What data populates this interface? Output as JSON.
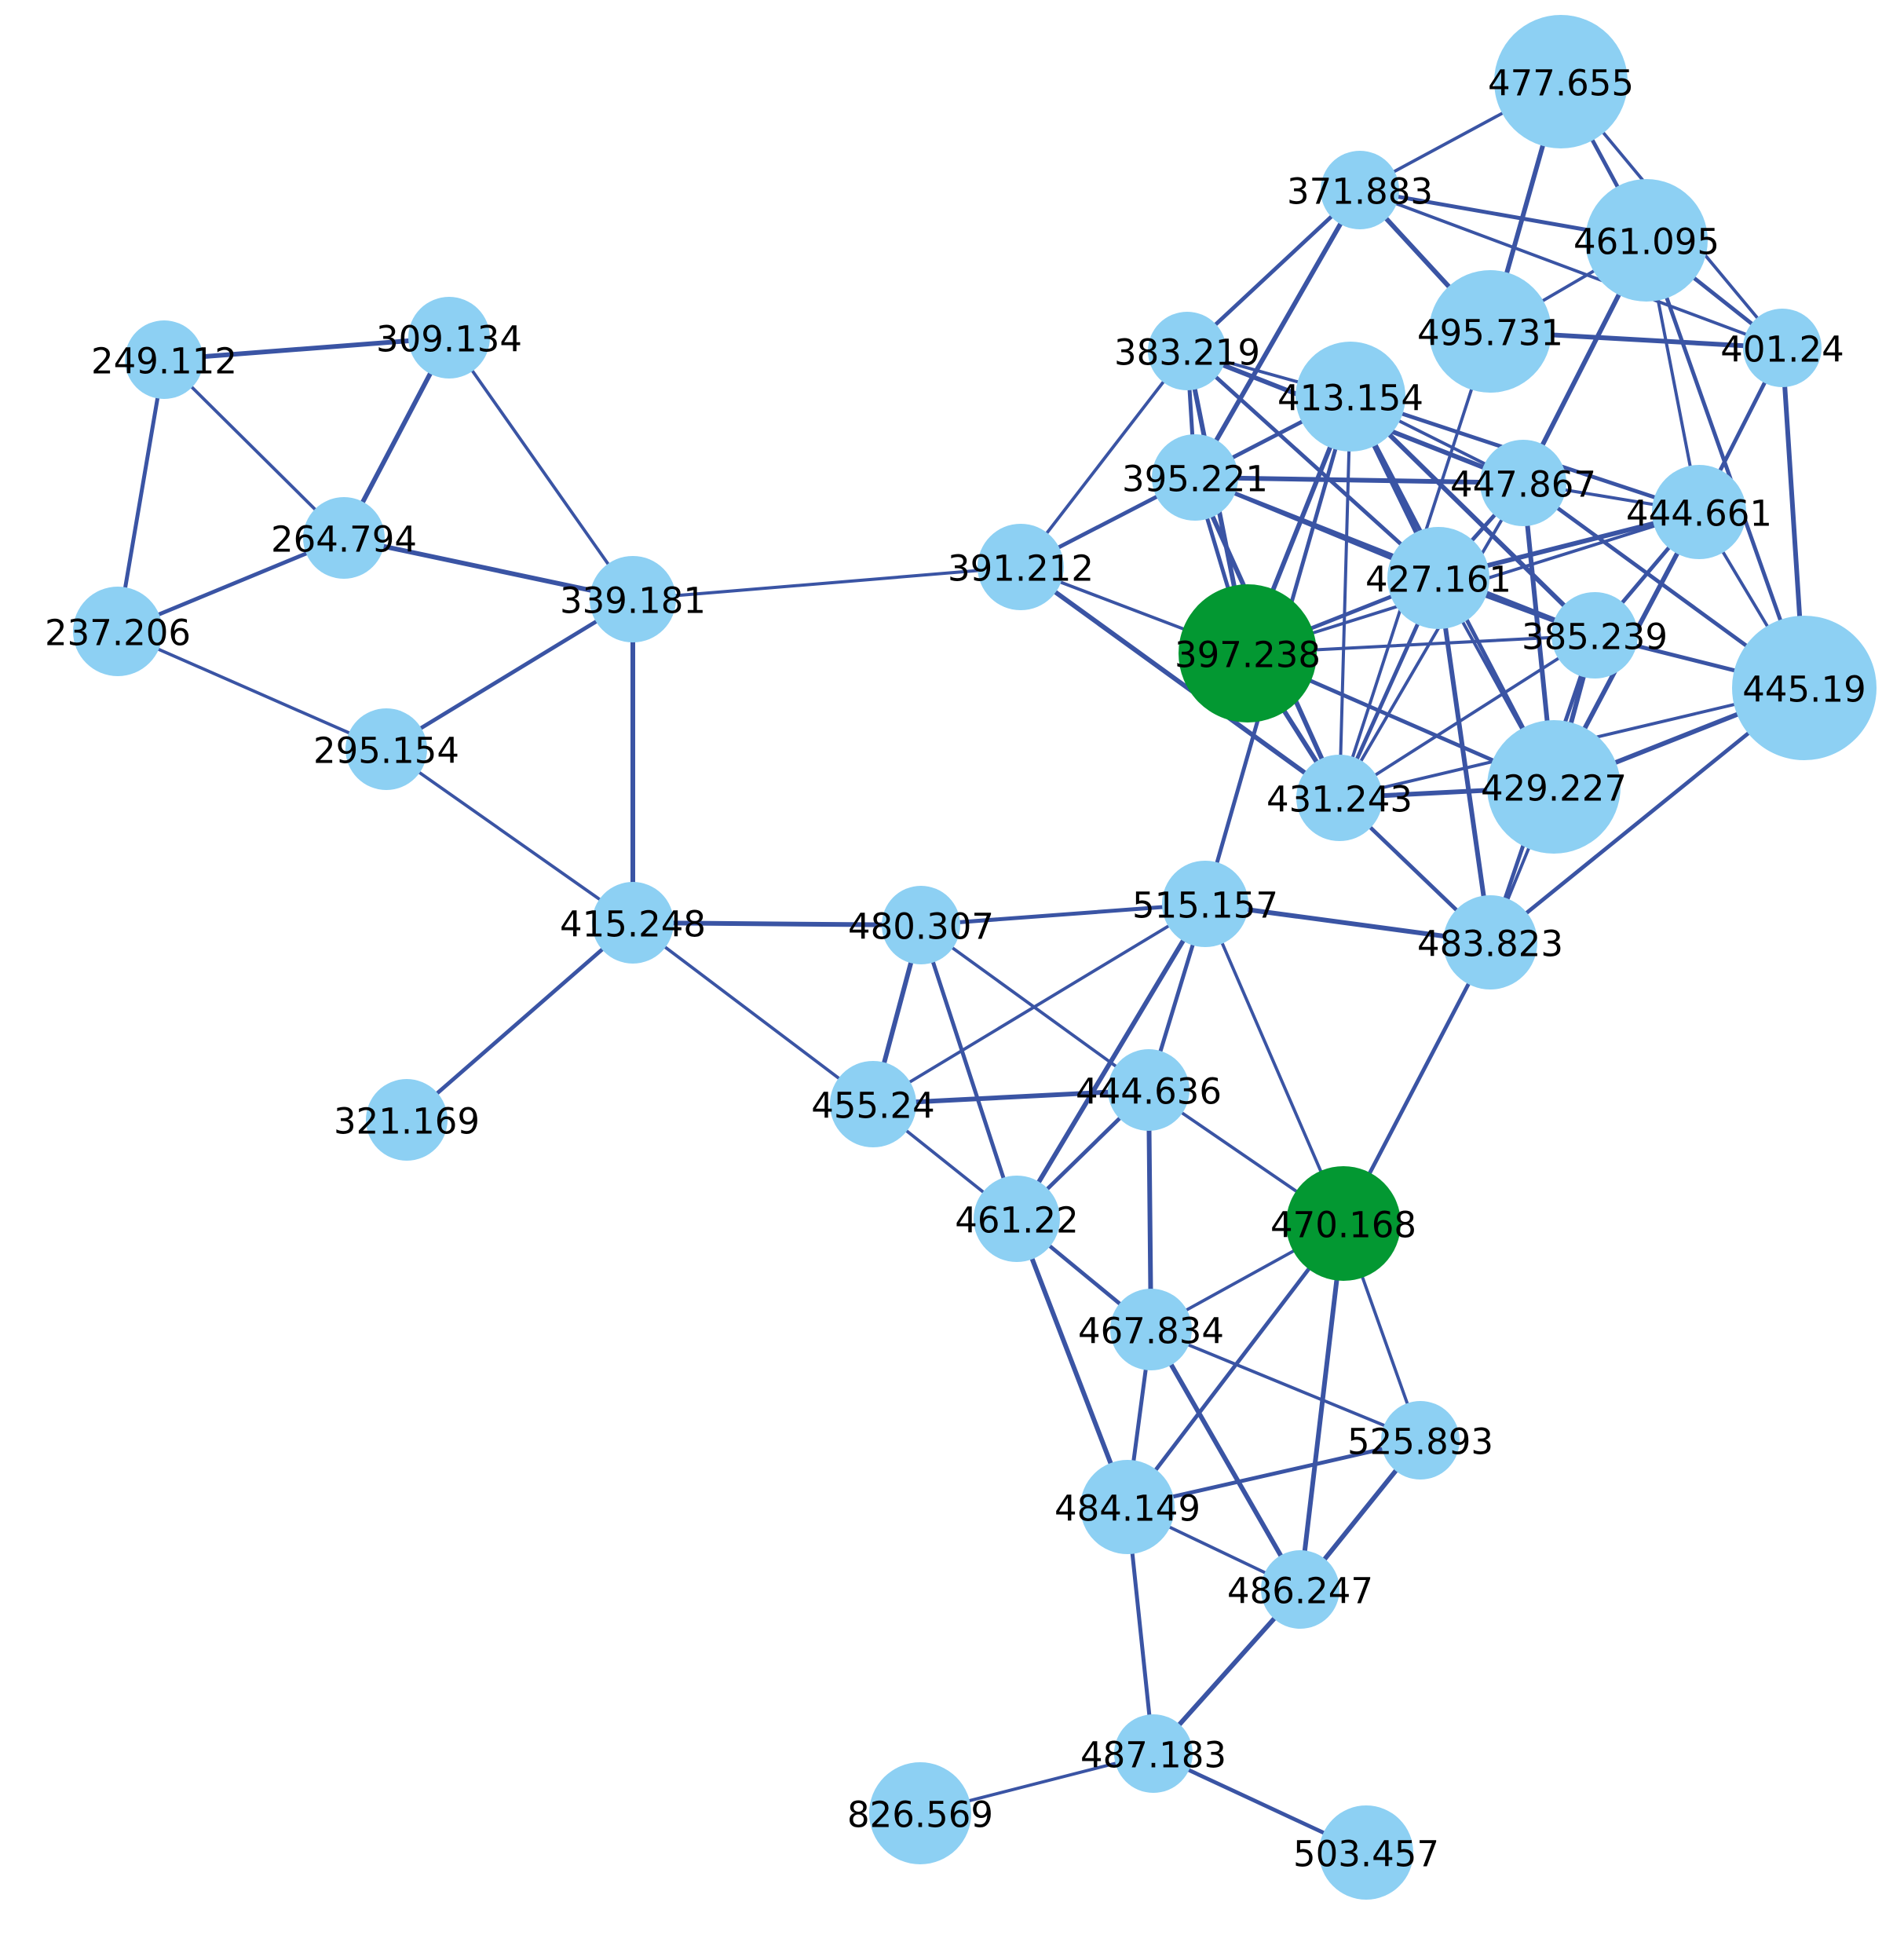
{
  "colors": {
    "background": "#ffffff",
    "edge": "#3a54a4",
    "node_default": "#8dd0f3",
    "node_highlight": "#039832",
    "label": "#000000"
  },
  "nodes": [
    {
      "id": "n477655",
      "label": "477.655",
      "highlight": false
    },
    {
      "id": "n371883",
      "label": "371.883",
      "highlight": false
    },
    {
      "id": "n461095",
      "label": "461.095",
      "highlight": false
    },
    {
      "id": "n495731",
      "label": "495.731",
      "highlight": false
    },
    {
      "id": "n401240",
      "label": "401.24",
      "highlight": false
    },
    {
      "id": "n383219",
      "label": "383.219",
      "highlight": false
    },
    {
      "id": "n413154",
      "label": "413.154",
      "highlight": false
    },
    {
      "id": "n395221",
      "label": "395.221",
      "highlight": false
    },
    {
      "id": "n447867",
      "label": "447.867",
      "highlight": false
    },
    {
      "id": "n444661",
      "label": "444.661",
      "highlight": false
    },
    {
      "id": "n427161",
      "label": "427.161",
      "highlight": false
    },
    {
      "id": "n397238",
      "label": "397.238",
      "highlight": true
    },
    {
      "id": "n385239",
      "label": "385.239",
      "highlight": false
    },
    {
      "id": "n445190",
      "label": "445.19",
      "highlight": false
    },
    {
      "id": "n429227",
      "label": "429.227",
      "highlight": false
    },
    {
      "id": "n431243",
      "label": "431.243",
      "highlight": false
    },
    {
      "id": "n391212",
      "label": "391.212",
      "highlight": false
    },
    {
      "id": "n249112",
      "label": "249.112",
      "highlight": false
    },
    {
      "id": "n309134",
      "label": "309.134",
      "highlight": false
    },
    {
      "id": "n264794",
      "label": "264.794",
      "highlight": false
    },
    {
      "id": "n237206",
      "label": "237.206",
      "highlight": false
    },
    {
      "id": "n339181",
      "label": "339.181",
      "highlight": false
    },
    {
      "id": "n295154",
      "label": "295.154",
      "highlight": false
    },
    {
      "id": "n415248",
      "label": "415.248",
      "highlight": false
    },
    {
      "id": "n321169",
      "label": "321.169",
      "highlight": false
    },
    {
      "id": "n480307",
      "label": "480.307",
      "highlight": false
    },
    {
      "id": "n515157",
      "label": "515.157",
      "highlight": false
    },
    {
      "id": "n483823",
      "label": "483.823",
      "highlight": false
    },
    {
      "id": "n455240",
      "label": "455.24",
      "highlight": false
    },
    {
      "id": "n444636",
      "label": "444.636",
      "highlight": false
    },
    {
      "id": "n461220",
      "label": "461.22",
      "highlight": false
    },
    {
      "id": "n470168",
      "label": "470.168",
      "highlight": true
    },
    {
      "id": "n467834",
      "label": "467.834",
      "highlight": false
    },
    {
      "id": "n525893",
      "label": "525.893",
      "highlight": false
    },
    {
      "id": "n484149",
      "label": "484.149",
      "highlight": false
    },
    {
      "id": "n486247",
      "label": "486.247",
      "highlight": false
    },
    {
      "id": "n487183",
      "label": "487.183",
      "highlight": false
    },
    {
      "id": "n826569",
      "label": "826.569",
      "highlight": false
    },
    {
      "id": "n503457",
      "label": "503.457",
      "highlight": false
    }
  ],
  "edges": [
    [
      "n477655",
      "n371883"
    ],
    [
      "n477655",
      "n461095"
    ],
    [
      "n477655",
      "n495731"
    ],
    [
      "n477655",
      "n401240"
    ],
    [
      "n371883",
      "n461095"
    ],
    [
      "n371883",
      "n495731"
    ],
    [
      "n371883",
      "n401240"
    ],
    [
      "n371883",
      "n383219"
    ],
    [
      "n371883",
      "n395221"
    ],
    [
      "n461095",
      "n495731"
    ],
    [
      "n461095",
      "n401240"
    ],
    [
      "n461095",
      "n447867"
    ],
    [
      "n461095",
      "n444661"
    ],
    [
      "n461095",
      "n445190"
    ],
    [
      "n495731",
      "n401240"
    ],
    [
      "n495731",
      "n431243"
    ],
    [
      "n401240",
      "n444661"
    ],
    [
      "n401240",
      "n445190"
    ],
    [
      "n383219",
      "n413154"
    ],
    [
      "n383219",
      "n395221"
    ],
    [
      "n383219",
      "n397238"
    ],
    [
      "n383219",
      "n391212"
    ],
    [
      "n383219",
      "n427161"
    ],
    [
      "n383219",
      "n447867"
    ],
    [
      "n413154",
      "n395221"
    ],
    [
      "n413154",
      "n391212"
    ],
    [
      "n413154",
      "n397238"
    ],
    [
      "n413154",
      "n447867"
    ],
    [
      "n413154",
      "n444661"
    ],
    [
      "n413154",
      "n427161"
    ],
    [
      "n413154",
      "n431243"
    ],
    [
      "n413154",
      "n429227"
    ],
    [
      "n413154",
      "n385239"
    ],
    [
      "n395221",
      "n391212"
    ],
    [
      "n395221",
      "n397238"
    ],
    [
      "n395221",
      "n447867"
    ],
    [
      "n395221",
      "n427161"
    ],
    [
      "n395221",
      "n385239"
    ],
    [
      "n395221",
      "n431243"
    ],
    [
      "n447867",
      "n444661"
    ],
    [
      "n447867",
      "n427161"
    ],
    [
      "n447867",
      "n429227"
    ],
    [
      "n447867",
      "n431243"
    ],
    [
      "n447867",
      "n445190"
    ],
    [
      "n444661",
      "n427161"
    ],
    [
      "n444661",
      "n397238"
    ],
    [
      "n444661",
      "n385239"
    ],
    [
      "n444661",
      "n429227"
    ],
    [
      "n444661",
      "n445190"
    ],
    [
      "n427161",
      "n397238"
    ],
    [
      "n427161",
      "n385239"
    ],
    [
      "n427161",
      "n429227"
    ],
    [
      "n427161",
      "n431243"
    ],
    [
      "n427161",
      "n483823"
    ],
    [
      "n397238",
      "n385239"
    ],
    [
      "n397238",
      "n429227"
    ],
    [
      "n397238",
      "n431243"
    ],
    [
      "n397238",
      "n391212"
    ],
    [
      "n385239",
      "n445190"
    ],
    [
      "n385239",
      "n429227"
    ],
    [
      "n385239",
      "n431243"
    ],
    [
      "n385239",
      "n483823"
    ],
    [
      "n445190",
      "n429227"
    ],
    [
      "n445190",
      "n431243"
    ],
    [
      "n445190",
      "n483823"
    ],
    [
      "n429227",
      "n431243"
    ],
    [
      "n429227",
      "n483823"
    ],
    [
      "n431243",
      "n483823"
    ],
    [
      "n431243",
      "n391212"
    ],
    [
      "n391212",
      "n339181"
    ],
    [
      "n515157",
      "n413154"
    ],
    [
      "n249112",
      "n309134"
    ],
    [
      "n249112",
      "n264794"
    ],
    [
      "n249112",
      "n237206"
    ],
    [
      "n309134",
      "n264794"
    ],
    [
      "n309134",
      "n339181"
    ],
    [
      "n264794",
      "n237206"
    ],
    [
      "n264794",
      "n339181"
    ],
    [
      "n237206",
      "n295154"
    ],
    [
      "n339181",
      "n295154"
    ],
    [
      "n339181",
      "n415248"
    ],
    [
      "n295154",
      "n415248"
    ],
    [
      "n415248",
      "n321169"
    ],
    [
      "n415248",
      "n480307"
    ],
    [
      "n415248",
      "n455240"
    ],
    [
      "n480307",
      "n515157"
    ],
    [
      "n480307",
      "n455240"
    ],
    [
      "n480307",
      "n444636"
    ],
    [
      "n480307",
      "n461220"
    ],
    [
      "n515157",
      "n483823"
    ],
    [
      "n515157",
      "n455240"
    ],
    [
      "n515157",
      "n444636"
    ],
    [
      "n515157",
      "n461220"
    ],
    [
      "n515157",
      "n470168"
    ],
    [
      "n483823",
      "n470168"
    ],
    [
      "n455240",
      "n444636"
    ],
    [
      "n455240",
      "n461220"
    ],
    [
      "n444636",
      "n461220"
    ],
    [
      "n444636",
      "n467834"
    ],
    [
      "n444636",
      "n470168"
    ],
    [
      "n461220",
      "n467834"
    ],
    [
      "n461220",
      "n484149"
    ],
    [
      "n470168",
      "n467834"
    ],
    [
      "n470168",
      "n484149"
    ],
    [
      "n470168",
      "n486247"
    ],
    [
      "n470168",
      "n525893"
    ],
    [
      "n467834",
      "n484149"
    ],
    [
      "n467834",
      "n486247"
    ],
    [
      "n467834",
      "n525893"
    ],
    [
      "n525893",
      "n484149"
    ],
    [
      "n525893",
      "n486247"
    ],
    [
      "n484149",
      "n486247"
    ],
    [
      "n484149",
      "n487183"
    ],
    [
      "n486247",
      "n487183"
    ],
    [
      "n487183",
      "n826569"
    ],
    [
      "n487183",
      "n503457"
    ]
  ]
}
